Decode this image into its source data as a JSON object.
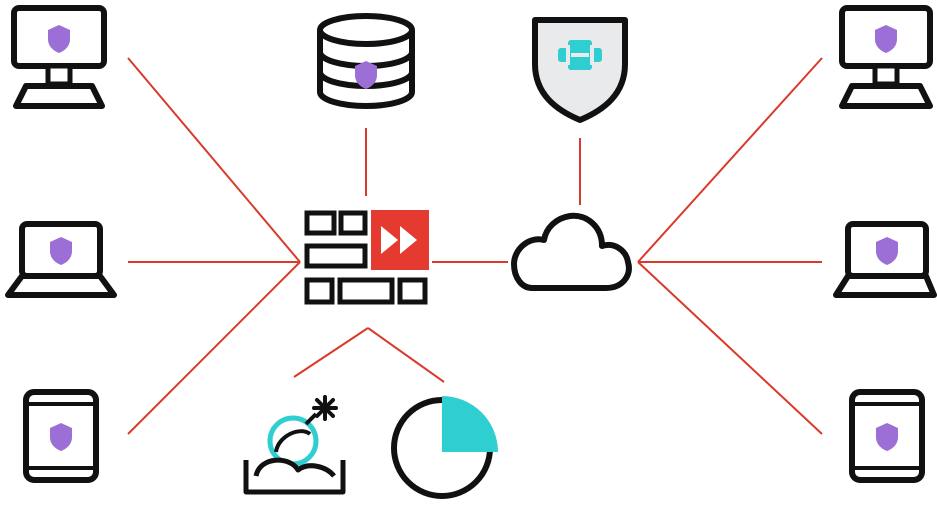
{
  "colors": {
    "background": "#ffffff",
    "stroke": "#111111",
    "connector": "#d93a2b",
    "shield": "#9b6fd6",
    "accent_red": "#e53a2f",
    "accent_cyan": "#2fcfd1",
    "fortinet_bg": "#e9eaeb"
  },
  "nodes": [
    {
      "id": "desktop-top-left",
      "icon": "desktop-shield-icon"
    },
    {
      "id": "laptop-mid-left",
      "icon": "laptop-shield-icon"
    },
    {
      "id": "tablet-bottom-left",
      "icon": "tablet-shield-icon"
    },
    {
      "id": "database",
      "icon": "database-shield-icon"
    },
    {
      "id": "firewall",
      "icon": "firewall-forward-icon"
    },
    {
      "id": "fortinet-shield",
      "icon": "fortinet-shield-icon"
    },
    {
      "id": "cloud",
      "icon": "cloud-icon"
    },
    {
      "id": "sandbox",
      "icon": "sandbox-bomb-icon"
    },
    {
      "id": "pie-analytics",
      "icon": "pie-chart-icon"
    },
    {
      "id": "desktop-top-right",
      "icon": "desktop-shield-icon"
    },
    {
      "id": "laptop-mid-right",
      "icon": "laptop-shield-icon"
    },
    {
      "id": "tablet-bottom-right",
      "icon": "tablet-shield-icon"
    }
  ],
  "connections": [
    [
      "firewall",
      "desktop-top-left"
    ],
    [
      "firewall",
      "laptop-mid-left"
    ],
    [
      "firewall",
      "tablet-bottom-left"
    ],
    [
      "firewall",
      "database"
    ],
    [
      "firewall",
      "cloud"
    ],
    [
      "firewall",
      "sandbox"
    ],
    [
      "firewall",
      "pie-analytics"
    ],
    [
      "cloud",
      "fortinet-shield"
    ],
    [
      "cloud",
      "desktop-top-right"
    ],
    [
      "cloud",
      "laptop-mid-right"
    ],
    [
      "cloud",
      "tablet-bottom-right"
    ]
  ]
}
